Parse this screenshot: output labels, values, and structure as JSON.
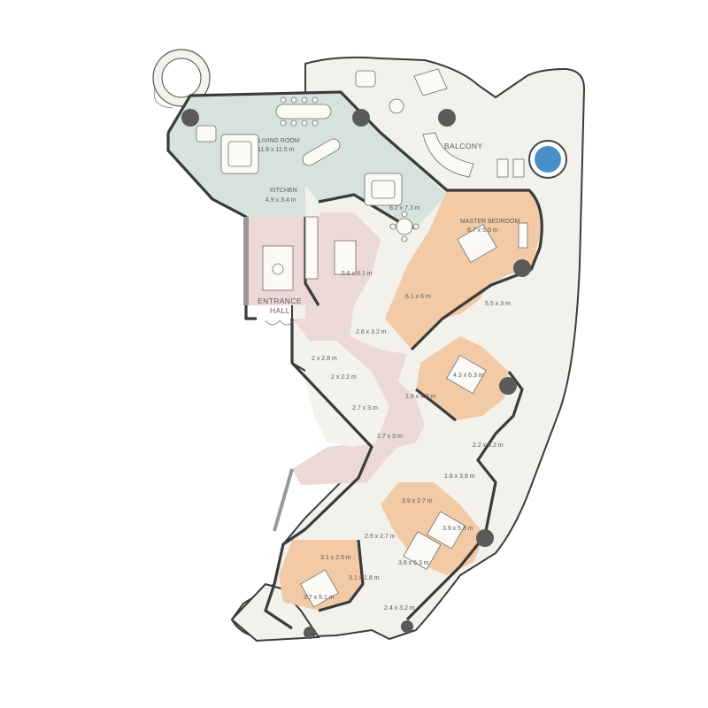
{
  "labels": {
    "living_room": "LIVING ROOM",
    "living_room_dim": "11.8 x 11.5 m",
    "kitchen": "KITCHEN",
    "kitchen_dim": "4.9 x 3.4 m",
    "family_room_dim": "6.2 x 7.3 m",
    "dining_dim": "5.6 x 6.1 m",
    "entrance_line1": "ENTRANCE",
    "entrance_line2": "HALL",
    "balcony": "BALCONY",
    "master_bedroom": "MASTER BEDROOM",
    "master_bedroom_dim": "8.7 x 5.9 m",
    "dressing_dim": "6.1 x 6 m",
    "master_bath_dim": "5.5 x 3 m",
    "corridor_dim": "2.6 x 3.2 m",
    "bedroom2_dim": "4.3 x 6.3 m",
    "closet2_dim": "1.9 x 4.7 m",
    "store1_dim": "2 x 2.8 m",
    "store2_dim": "2 x 2.2 m",
    "utility1_dim": "2.7 x 3 m",
    "utility2_dim": "2.7 x 3 m",
    "bath2_dim": "2.2 x 5.2 m",
    "wc_dim": "1.6 x 3.8 m",
    "hall2_dim": "3.9 x 2.7 m",
    "bedroom3_dim": "3.9 x 5.3 m",
    "closet3_dim": "2.5 x 2.7 m",
    "bedroom4_dim": "3.6 x 5.3 m",
    "study_dim": "3.1 x 2.9 m",
    "bath3_dim": "3.1 x 1.8 m",
    "bedroom5_dim": "3.7 x 5.1 m",
    "bath4_dim": "2.4 x 3.2 m"
  },
  "colors": {
    "living_zone": "#d6e3dc",
    "circulation_zone": "#ecd9d6",
    "bedroom_zone": "#f2cba6",
    "service_zone": "#f4f2ec",
    "terrace": "#f3f1ec",
    "wall": "#3b3b3b",
    "pool": "#4a90c8"
  }
}
